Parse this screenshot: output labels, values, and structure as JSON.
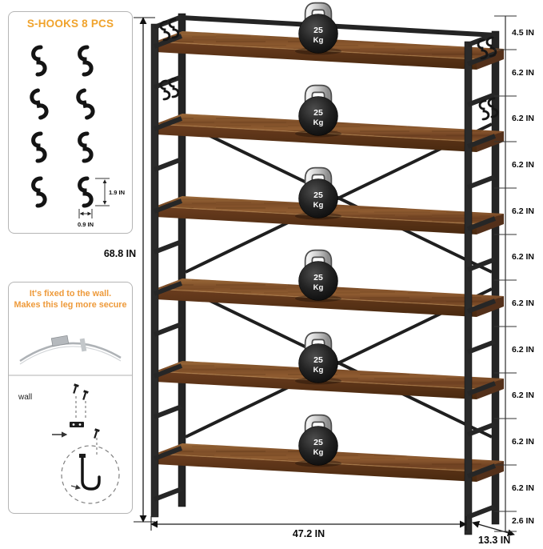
{
  "s_hooks_box": {
    "title": "S-HOOKS 8 PCS",
    "hook_height": "1.9 IN",
    "hook_width": "0.9 IN"
  },
  "wall_box": {
    "line1": "It's fixed to the wall.",
    "line2": "Makes this leg more secure",
    "wall_label": "wall"
  },
  "dimensions": {
    "overall_height": "68.8 IN",
    "overall_width": "47.2 IN",
    "overall_depth": "13.3 IN",
    "right_segments": [
      "4.5 IN",
      "6.2 IN",
      "6.2 IN",
      "6.2 IN",
      "6.2 IN",
      "6.2 IN",
      "6.2 IN",
      "6.2 IN",
      "6.2 IN",
      "6.2 IN",
      "6.2 IN",
      "2.6 IN"
    ]
  },
  "kettlebell": {
    "weight": "25",
    "unit": "Kg",
    "count": 6
  },
  "shelf": {
    "count": 6
  },
  "colors": {
    "wood": "#8a5830",
    "wood_dark": "#5a3319",
    "frame": "#282828",
    "accent_orange": "#f0a32c",
    "dim_text": "#0a0a0a"
  }
}
